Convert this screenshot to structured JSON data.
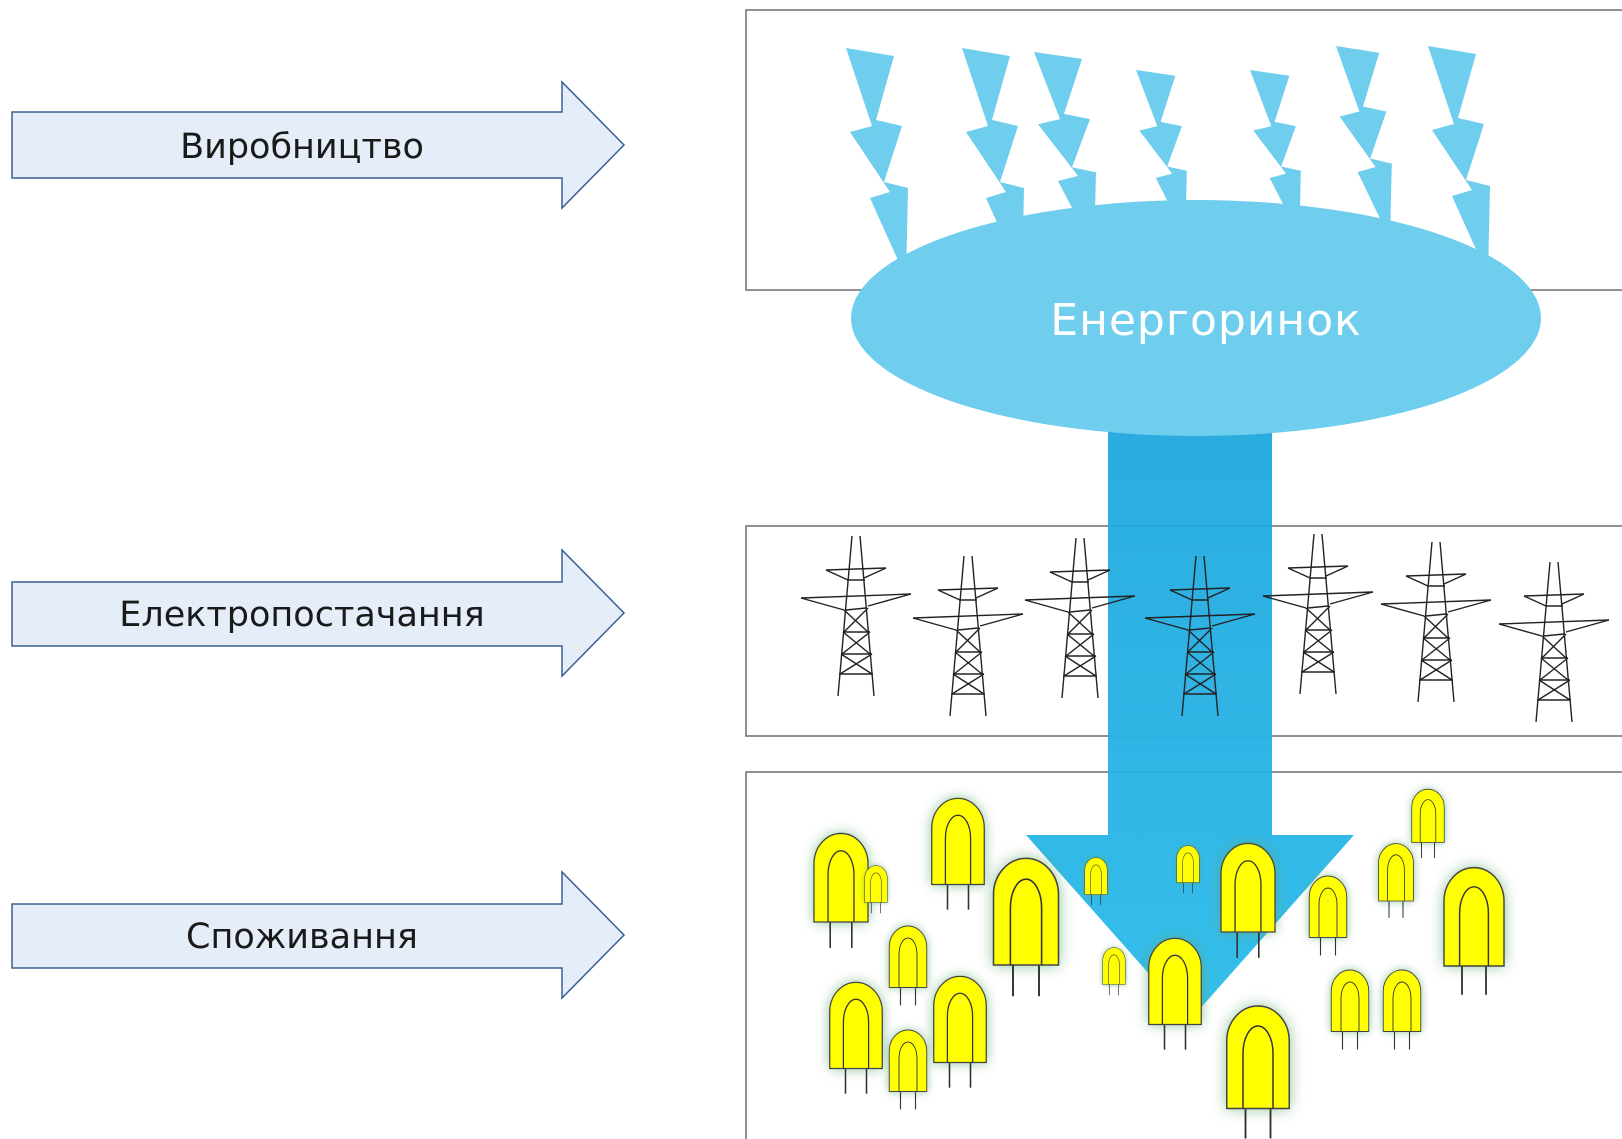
{
  "stages": [
    {
      "id": "production",
      "label": "Виробництво"
    },
    {
      "id": "supply",
      "label": "Електропостачання"
    },
    {
      "id": "consumption",
      "label": "Споживання"
    }
  ],
  "market": {
    "label": "Енергоринок"
  },
  "colors": {
    "stage_arrow_fill": "#e4edf8",
    "stage_arrow_stroke": "#3b5e94",
    "lightning": "#6fcdee",
    "market": "#6fcdee",
    "flow_arrow": "#22b2e6",
    "bulb_fill": "#ffff00",
    "bulb_glow": "#5fa86f",
    "panel_stroke": "#6d6d6d",
    "tower_stroke": "#222222"
  },
  "icons": {
    "production_panel": "lightning-bolt-icon",
    "supply_panel": "power-tower-icon",
    "consumption_panel": "lamp-icon"
  }
}
